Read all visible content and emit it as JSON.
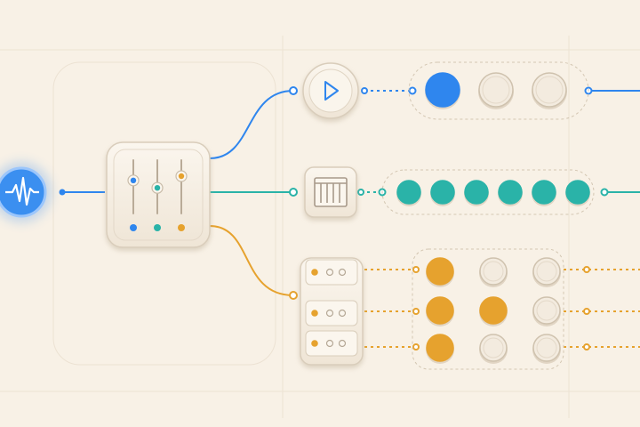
{
  "diagram": {
    "source": {
      "icon": "waveform-icon",
      "accent": "#2f86ee"
    },
    "mixer": {
      "icon": "sliders-icon",
      "slider_levels": [
        0.38,
        0.52,
        0.3
      ],
      "slider_colors": [
        "#2f86ee",
        "#2ab3a8",
        "#e6a22e"
      ]
    },
    "branches": [
      {
        "name": "play",
        "color": "#2f86ee",
        "node_icon": "play-icon",
        "steps": [
          1,
          0,
          0
        ]
      },
      {
        "name": "keys",
        "color": "#2ab3a8",
        "node_icon": "piano-keys-icon",
        "steps": [
          1,
          1,
          1,
          1,
          1,
          1
        ]
      },
      {
        "name": "grid",
        "color": "#e6a22e",
        "node_icon": "toggle-rack-icon",
        "rows": [
          [
            1,
            0,
            0
          ],
          [
            1,
            1,
            0
          ],
          [
            1,
            0,
            0
          ]
        ]
      }
    ],
    "colors": {
      "background": "#f8f1e6",
      "panel": "#f5ecde",
      "panel_border": "#d9cdbb",
      "inactive": "#f3ebdf"
    }
  }
}
